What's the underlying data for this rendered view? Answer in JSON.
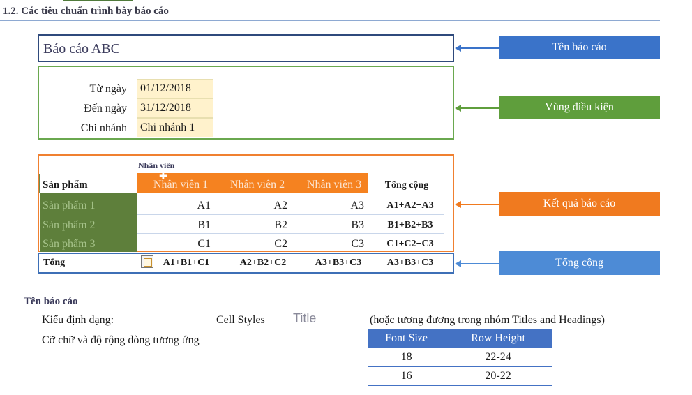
{
  "heading": "1.2. Các tiêu chuẩn trình bày báo cáo",
  "report_title": "Báo cáo ABC",
  "conditions": [
    {
      "label": "Từ ngày",
      "value": "01/12/2018"
    },
    {
      "label": "Đến ngày",
      "value": "31/12/2018"
    },
    {
      "label": "Chi nhánh",
      "value": "Chi nhánh 1"
    }
  ],
  "callouts": {
    "title": {
      "text": "Tên báo cáo",
      "color": "#3a73c9"
    },
    "conditions": {
      "text": "Vùng điều kiện",
      "color": "#5f9e3c"
    },
    "result": {
      "text": "Kết quả báo cáo",
      "color": "#f07a1f"
    },
    "total": {
      "text": "Tổng cộng",
      "color": "#4d8bd6"
    }
  },
  "table": {
    "employee_group": "Nhân viên",
    "product_header": "Sản phẩm",
    "employees": [
      "Nhân viên 1",
      "Nhân viên 2",
      "Nhân viên 3"
    ],
    "total_header": "Tổng cộng",
    "rows": [
      {
        "product": "Sản phẩm 1",
        "values": [
          "A1",
          "A2",
          "A3"
        ],
        "total": "A1+A2+A3"
      },
      {
        "product": "Sản phẩm 2",
        "values": [
          "B1",
          "B2",
          "B3"
        ],
        "total": "B1+B2+B3"
      },
      {
        "product": "Sản phẩm 3",
        "values": [
          "C1",
          "C2",
          "C3"
        ],
        "total": "C1+C2+C3"
      }
    ],
    "total_row": {
      "label": "Tổng",
      "values": [
        "A1+B1+C1",
        "A2+B2+C2",
        "A3+B3+C3"
      ],
      "total": "A3+B3+C3"
    }
  },
  "notes": {
    "section_title": "Tên báo cáo",
    "style_label": "Kiểu định dạng:",
    "cell_styles": "Cell Styles",
    "title_sample": "Title",
    "equivalent": "(hoặc tương đương trong nhóm Titles and Headings)",
    "font_size_note": "Cỡ chữ và độ rộng dòng tương ứng"
  },
  "font_table": {
    "headers": [
      "Font Size",
      "Row Height"
    ],
    "rows": [
      [
        "18",
        "22-24"
      ],
      [
        "16",
        "20-22"
      ]
    ]
  }
}
